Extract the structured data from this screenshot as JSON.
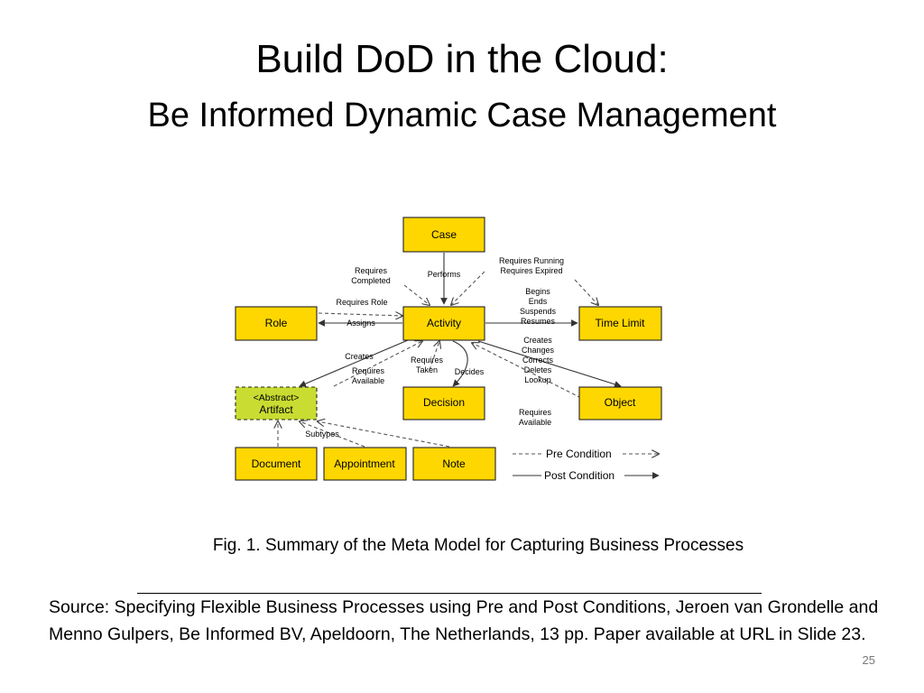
{
  "title": "Build DoD in the Cloud:",
  "subtitle": "Be Informed Dynamic Case Management",
  "diagram": {
    "boxes": {
      "case": "Case",
      "role": "Role",
      "activity": "Activity",
      "time_limit": "Time Limit",
      "artifact_stereotype": "<Abstract>",
      "artifact": "Artifact",
      "decision": "Decision",
      "object": "Object",
      "document": "Document",
      "appointment": "Appointment",
      "note": "Note"
    },
    "labels": {
      "performs": "Performs",
      "requires_completed_1": "Requires",
      "requires_completed_2": "Completed",
      "requires_role": "Requires Role",
      "assigns": "Assigns",
      "requires_running": "Requires Running",
      "requires_expired": "Requires Expired",
      "begins": "Begins",
      "ends": "Ends",
      "suspends": "Suspends",
      "resumes": "Resumes",
      "creates_artifact": "Creates",
      "requires_available_1": "Requires",
      "requires_available_2": "Available",
      "requires_taken_1": "Requires",
      "requires_taken_2": "Taken",
      "decides": "Decides",
      "creates_object": "Creates",
      "changes": "Changes",
      "corrects": "Corrects",
      "deletes": "Deletes",
      "lookup": "Lookup",
      "object_requires_1": "Requires",
      "object_requires_2": "Available",
      "subtypes": "Subtypes"
    },
    "legend": {
      "pre_condition": "Pre Condition",
      "post_condition": "Post Condition"
    }
  },
  "caption": "Fig. 1. Summary of the Meta Model for Capturing Business Processes",
  "source": "Source: Specifying Flexible Business Processes using Pre and Post Conditions, Jeroen van Grondelle and Menno Gulpers, Be Informed BV, Apeldoorn, The Netherlands, 13 pp. Paper available at URL in Slide 23.",
  "slide_number": "25"
}
